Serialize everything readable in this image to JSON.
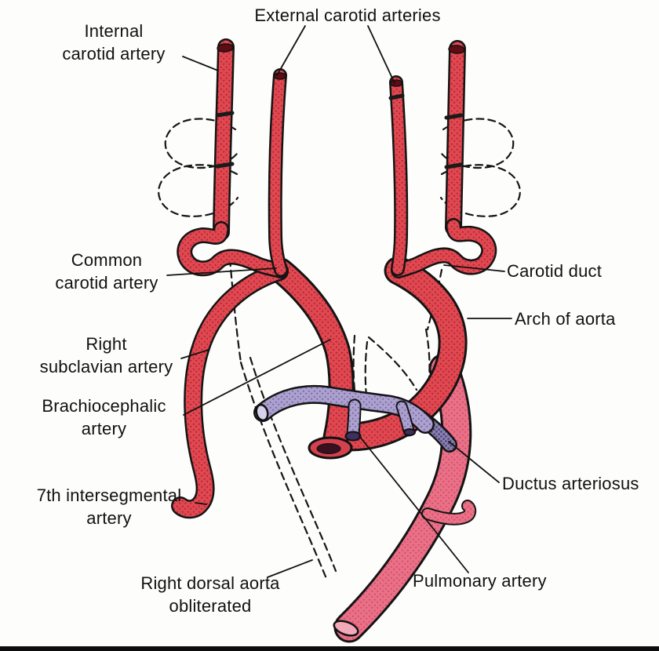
{
  "figure": {
    "colors": {
      "artery_red": "#e14750",
      "aorta_pink": "#ea7088",
      "pulmonary_lavender": "#aba0cf",
      "ductus_purple": "#8b81b5",
      "outline_black": "#141414",
      "dark_cap": "#5f0d12",
      "stump_dark": "#38101e",
      "stump_rim": "#d4414e",
      "aorta_end": "#f2a9b9",
      "pulmonary_end": "#d9d2ec",
      "label_color": "#111111"
    },
    "labels": {
      "internal_carotid": "Internal\ncarotid artery",
      "external_carotid": "External carotid arteries",
      "common_carotid": "Common\ncarotid artery",
      "carotid_duct": "Carotid duct",
      "arch_of_aorta": "Arch of aorta",
      "right_subclavian": "Right\nsubclavian artery",
      "brachiocephalic": "Brachiocephalic\nartery",
      "seventh_intersegmental": "7th intersegmental\nartery",
      "ductus_arteriosus": "Ductus arteriosus",
      "right_dorsal_aorta": "Right dorsal aorta\nobliterated",
      "pulmonary_artery": "Pulmonary artery"
    }
  }
}
